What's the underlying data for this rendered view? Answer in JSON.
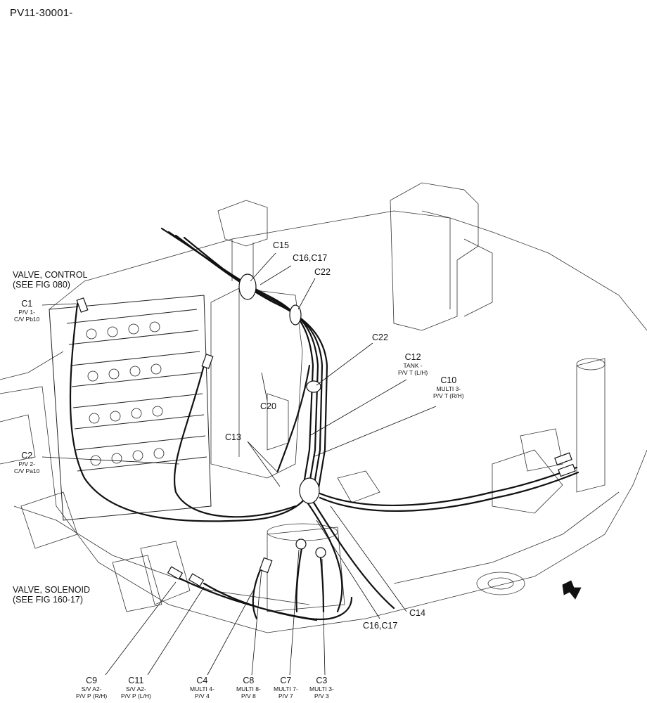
{
  "document_id": "PV11-30001-",
  "references": [
    {
      "line1": "VALVE, CONTROL",
      "line2": "(SEE FIG 080)"
    },
    {
      "line1": "VALVE, SOLENOID",
      "line2": "(SEE FIG 160-17)"
    }
  ],
  "callouts": [
    {
      "code": "C15",
      "desc": ""
    },
    {
      "code": "C16,C17",
      "desc": ""
    },
    {
      "code": "C22",
      "desc": ""
    },
    {
      "code": "C22",
      "desc": ""
    },
    {
      "code": "C12",
      "desc": "TANK -\nP/V T (L/H)"
    },
    {
      "code": "C10",
      "desc": "MULTI 3-\nP/V T (R/H)"
    },
    {
      "code": "C1",
      "desc": "P/V 1-\nC/V Pb10"
    },
    {
      "code": "C20",
      "desc": ""
    },
    {
      "code": "C13",
      "desc": ""
    },
    {
      "code": "C2",
      "desc": "P/V 2-\nC/V Pa10"
    },
    {
      "code": "C14",
      "desc": ""
    },
    {
      "code": "C16,C17",
      "desc": ""
    },
    {
      "code": "C9",
      "desc": "S/V A2-\nP/V P (R/H)"
    },
    {
      "code": "C11",
      "desc": "S/V A2-\nP/V P (L/H)"
    },
    {
      "code": "C4",
      "desc": "MULTI 4-\nP/V 4"
    },
    {
      "code": "C8",
      "desc": "MULTI 8-\nP/V 8"
    },
    {
      "code": "C7",
      "desc": "MULTI 7-\nP/V 7"
    },
    {
      "code": "C3",
      "desc": "MULTI 3-\nP/V 3"
    }
  ]
}
